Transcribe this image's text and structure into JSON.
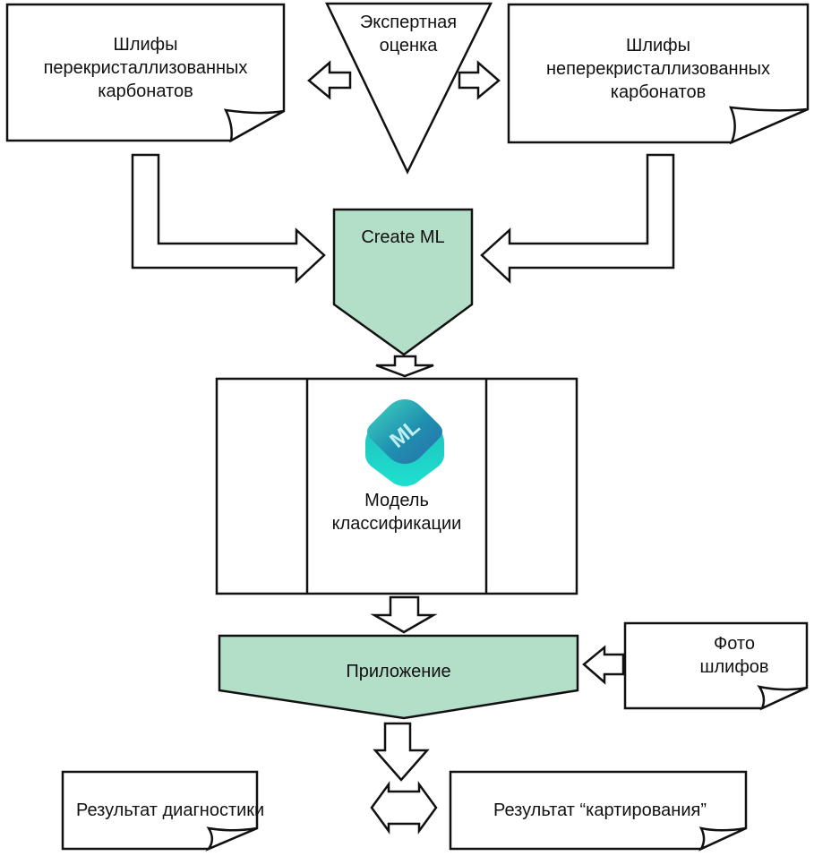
{
  "colors": {
    "stroke": "#111111",
    "process_fill": "#b3dfc8",
    "paper_fill": "#ffffff"
  },
  "nodes": {
    "recrystallized_sections": {
      "lines": [
        "Шлифы",
        "перекристаллизованных",
        "карбонатов"
      ]
    },
    "expert_assessment": {
      "lines": [
        "Экспертная",
        "оценка"
      ]
    },
    "non_recrystallized_sections": {
      "lines": [
        "Шлифы",
        "неперекристаллизованных",
        "карбонатов"
      ]
    },
    "create_ml": {
      "label": "Create ML"
    },
    "classification_model": {
      "lines": [
        "Модель",
        "классификации"
      ],
      "icon_text": "ML"
    },
    "application": {
      "label": "Приложение"
    },
    "section_photos": {
      "lines": [
        "Фото",
        "шлифов"
      ]
    },
    "diagnostics_result": {
      "label": "Результат диагностики"
    },
    "mapping_result": {
      "label": "Результат “картирования”"
    }
  }
}
